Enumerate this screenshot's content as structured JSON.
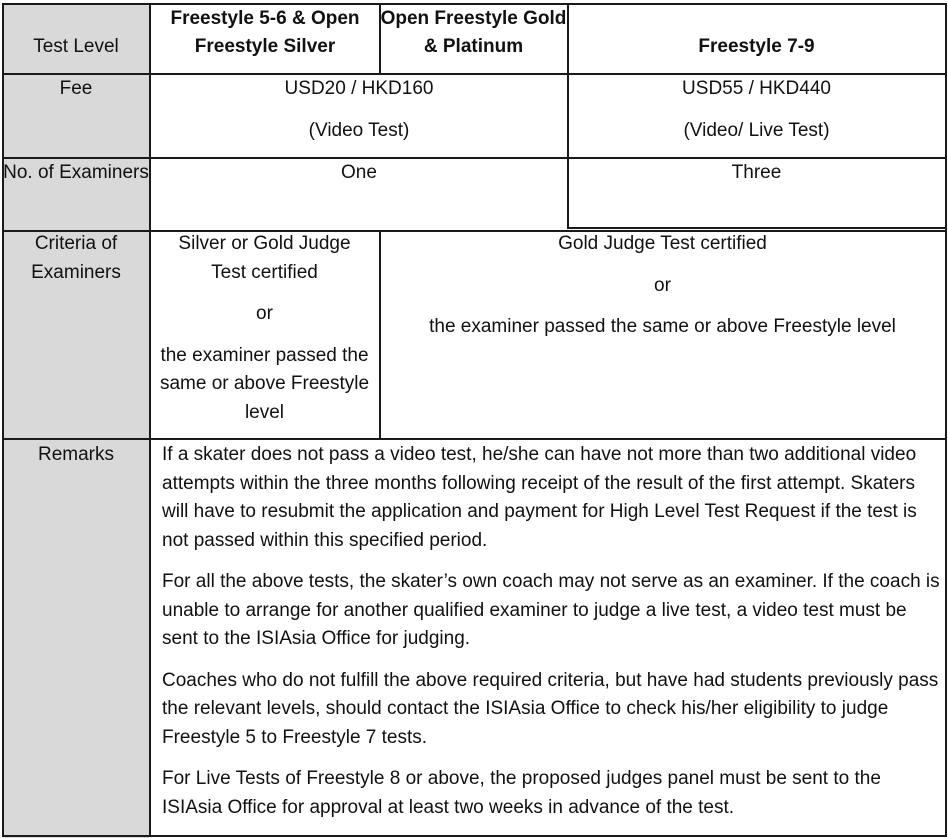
{
  "header": {
    "test_level": "Test Level",
    "col1": "Freestyle 5-6 & Open Freestyle Silver",
    "col2": "Open Freestyle Gold & Platinum",
    "col3": "Freestyle 7-9"
  },
  "fee": {
    "label": "Fee",
    "left_amount": "USD20 / HKD160",
    "left_type": "(Video Test)",
    "right_amount": "USD55 / HKD440",
    "right_type": "(Video/ Live Test)"
  },
  "examiners": {
    "label": "No. of Examiners",
    "left": "One",
    "right": "Three"
  },
  "criteria": {
    "label": "Criteria of Examiners",
    "left_line1": "Silver or Gold Judge Test certified",
    "left_or": "or",
    "left_line2": "the examiner passed the same or above Freestyle level",
    "right_line1": "Gold Judge Test certified",
    "right_or": "or",
    "right_line2": "the examiner passed the same or above Freestyle level"
  },
  "remarks": {
    "label": "Remarks",
    "paragraphs": [
      "If a skater does not pass a video test, he/she can have not more than two additional video attempts within the three months following receipt of the result of the first attempt. Skaters will have to resubmit the application and payment for High Level Test Request if the test is not passed within this specified period.",
      "For all the above tests, the skater’s own coach may not serve as an examiner.  If the coach is unable to arrange for another qualified examiner to judge a live test, a video test must be sent to the ISIAsia Office for judging.",
      "Coaches who do not fulfill the above required criteria, but have had students previously pass the relevant levels, should contact the ISIAsia Office to check his/her eligibility to judge Freestyle 5 to Freestyle 7 tests.",
      "For Live Tests of Freestyle 8 or above, the proposed judges panel must be sent to the ISIAsia Office for approval at least two weeks in advance of the test."
    ]
  }
}
